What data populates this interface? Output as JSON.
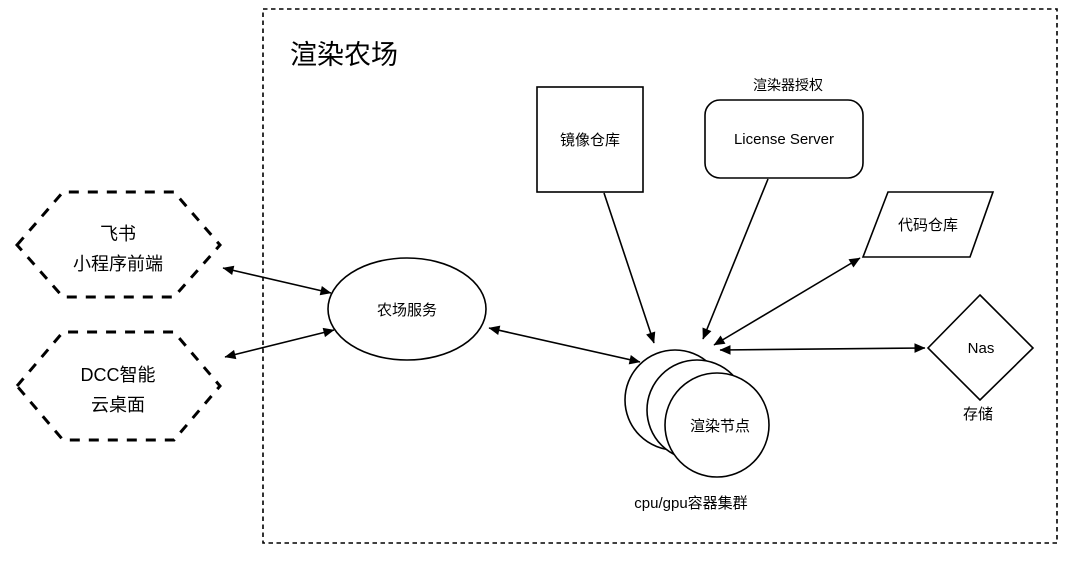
{
  "diagram": {
    "title": "渲染农场",
    "colors": {
      "stroke": "#000000",
      "fill": "#ffffff",
      "text": "#000000",
      "background": "#ffffff"
    },
    "nodes": {
      "feishu": {
        "line1": "飞书",
        "line2": "小程序前端"
      },
      "dcc": {
        "line1": "DCC智能",
        "line2": "云桌面"
      },
      "farm": {
        "label": "农场服务"
      },
      "mirror": {
        "label": "镜像仓库"
      },
      "license": {
        "label": "License Server",
        "caption": "渲染器授权"
      },
      "code": {
        "label": "代码仓库"
      },
      "nas": {
        "label": "Nas",
        "caption": "存储"
      },
      "cluster": {
        "label": "渲染节点",
        "caption": "cpu/gpu容器集群"
      }
    },
    "edges": [
      {
        "from": "feishu",
        "to": "farm",
        "bidirectional": true
      },
      {
        "from": "dcc",
        "to": "farm",
        "bidirectional": true
      },
      {
        "from": "farm",
        "to": "cluster",
        "bidirectional": true
      },
      {
        "from": "mirror",
        "to": "cluster",
        "bidirectional": false
      },
      {
        "from": "license",
        "to": "cluster",
        "bidirectional": false
      },
      {
        "from": "code",
        "to": "cluster",
        "bidirectional": true
      },
      {
        "from": "nas",
        "to": "cluster",
        "bidirectional": true
      }
    ]
  }
}
